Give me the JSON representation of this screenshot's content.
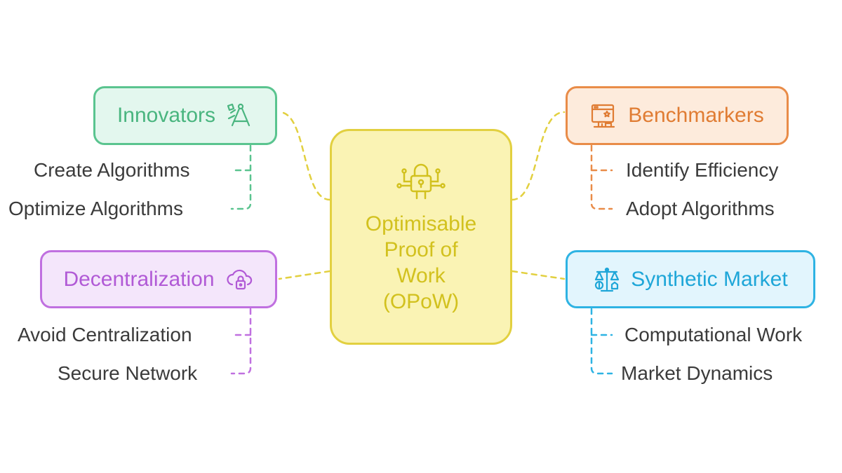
{
  "center": {
    "title_lines": [
      "Optimisable",
      "Proof of",
      "Work",
      "(OPoW)"
    ],
    "icon": "padlock-circuit-icon",
    "color": "#e2d040"
  },
  "innovators": {
    "label": "Innovators",
    "icon": "drafting-compass-icon",
    "color": "#5ac48f",
    "items": [
      "Create Algorithms",
      "Optimize Algorithms"
    ]
  },
  "decentralization": {
    "label": "Decentralization",
    "icon": "cloud-lock-icon",
    "color": "#c070e0",
    "items": [
      "Avoid Centralization",
      "Secure Network"
    ]
  },
  "benchmarkers": {
    "label": "Benchmarkers",
    "icon": "podium-window-icon",
    "color": "#e98c48",
    "items": [
      "Identify Efficiency",
      "Adopt Algorithms"
    ]
  },
  "synthetic_market": {
    "label": "Synthetic Market",
    "icon": "scales-icon",
    "color": "#2eb3e3",
    "items": [
      "Computational Work",
      "Market Dynamics"
    ]
  }
}
